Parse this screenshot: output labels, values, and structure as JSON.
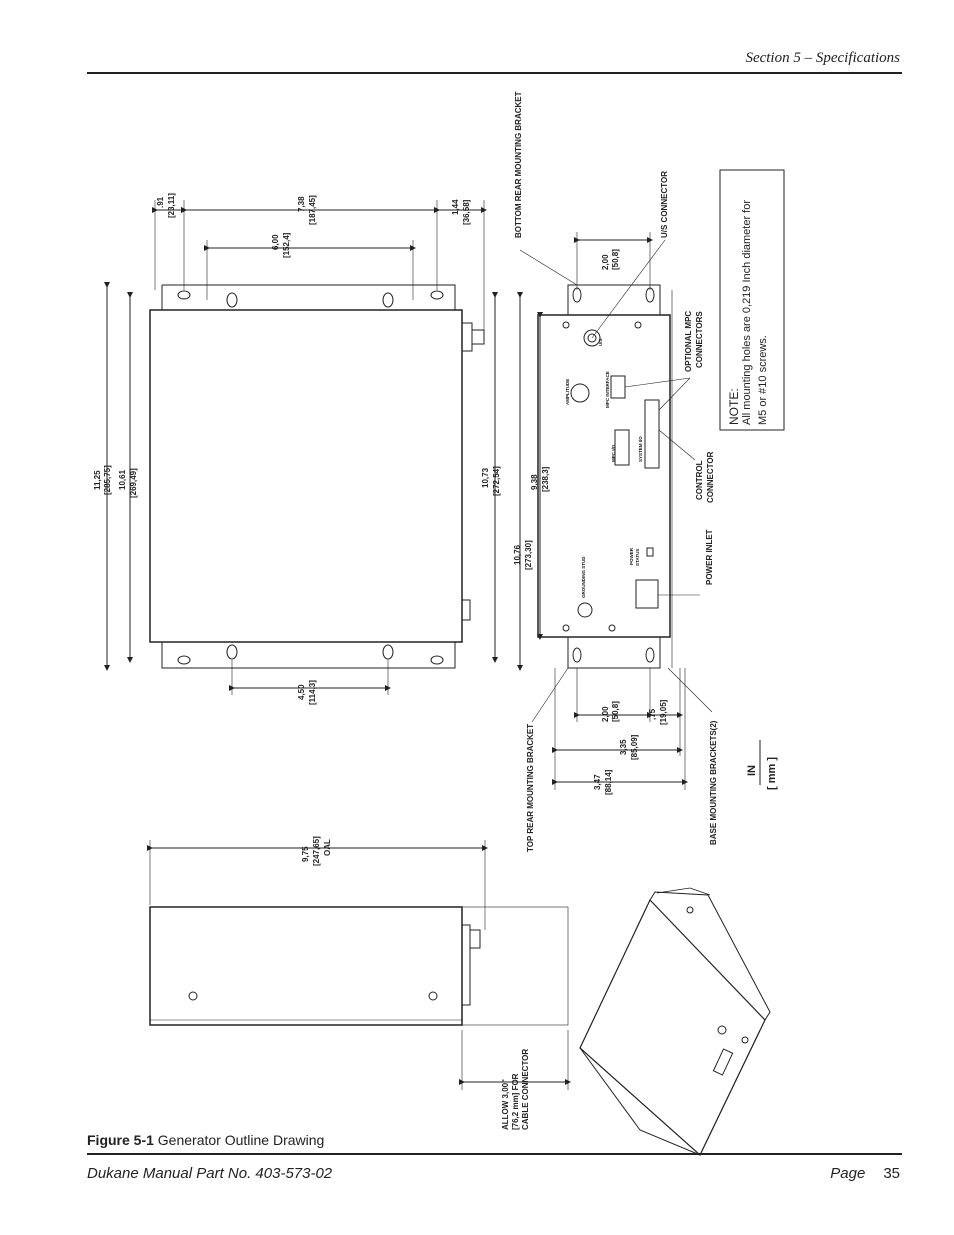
{
  "header": {
    "section": "Section 5 – Specifications"
  },
  "caption": {
    "figure_label": "Figure 5-1",
    "figure_title": "Generator Outline Drawing"
  },
  "footer": {
    "manual": "Dukane Manual Part No. 403-573-02",
    "page_word": "Page",
    "page_number": "35"
  },
  "drawing": {
    "top_view": {
      "d1": ".91",
      "d1mm": "[23,11]",
      "d2": "7,38",
      "d2mm": "[187,45]",
      "d3": "1,44",
      "d3mm": "[36,58]",
      "d4": "6,00",
      "d4mm": "[152,4]",
      "d5": "11,25",
      "d5mm": "[285,75]",
      "d6": "10,61",
      "d6mm": "[269,49]",
      "d7": "10,73",
      "d7mm": "[272,54]",
      "d8": "4,50",
      "d8mm": "[114,3]"
    },
    "side_view": {
      "d1": "9,75",
      "d1mm": "[247,65]",
      "d1note": "OAL",
      "allow1": "ALLOW 3,00\"",
      "allow2": "[76,2 mm] FOR",
      "allow3": "CABLE CONNECTOR"
    },
    "front_view": {
      "d1": "2,00",
      "d1mm": "[50,8]",
      "d2": "10,76",
      "d2mm": "[273,30]",
      "d3": "9,38",
      "d3mm": "[238,3]",
      "d4": "2,00",
      "d4mm": "[50,8]",
      "d5": ",75",
      "d5mm": "[19,05]",
      "d6": "3,35",
      "d6mm": "[85,09]",
      "d7": "3,47",
      "d7mm": "[88,14]",
      "panel": {
        "amplitude": "AMPLITUDE",
        "us": "U/S",
        "mpc_interface": "MPC INTERFACE",
        "mpc_io": "MPC I/O",
        "system_io": "SYSTEM I/O",
        "power_status_1": "POWER",
        "power_status_2": "STATUS",
        "grounding_stud": "GROUNDING STUD"
      },
      "callouts": {
        "bottom_bracket": "BOTTOM REAR MOUNTING BRACKET",
        "us_connector": "U/S CONNECTOR",
        "optional_mpc_1": "OPTIONAL MPC",
        "optional_mpc_2": "CONNECTORS",
        "control_1": "CONTROL",
        "control_2": "CONNECTOR",
        "power_inlet": "POWER INLET",
        "base_brackets": "BASE MOUNTING BRACKETS(2)",
        "top_bracket": "TOP REAR MOUNTING BRACKET"
      }
    },
    "note": {
      "title": "NOTE:",
      "line1": "All mounting holes are 0,219 Inch diameter for",
      "line2": "M5 or #10 screws."
    },
    "units": {
      "top": "IN",
      "bottom": "[ mm ]"
    }
  }
}
